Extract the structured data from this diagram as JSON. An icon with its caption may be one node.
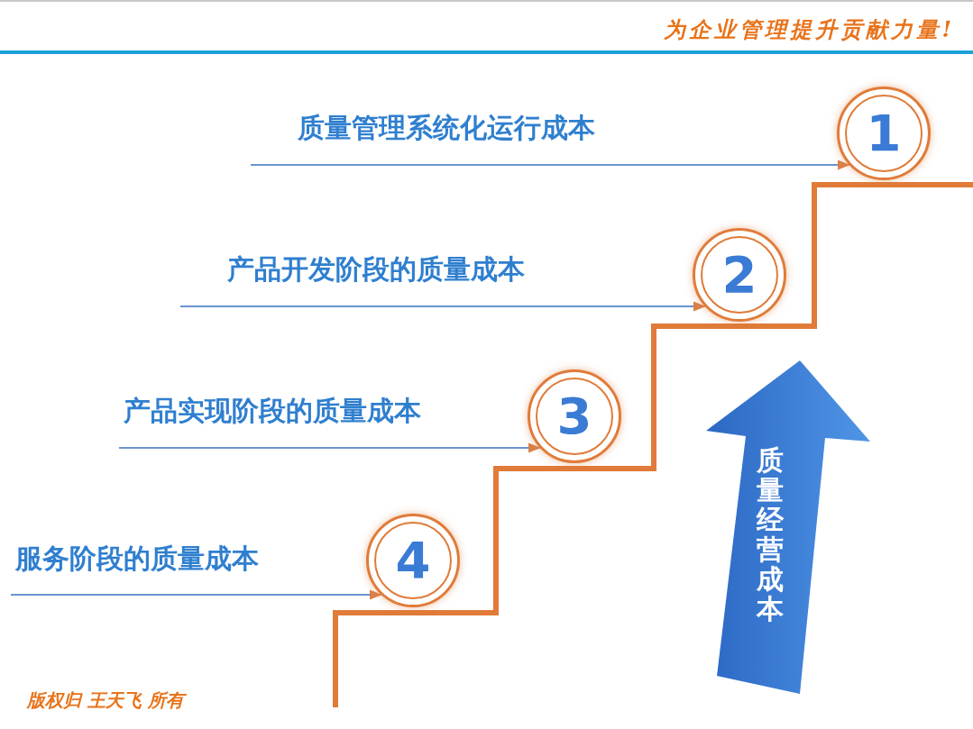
{
  "diagram": {
    "nodes": [
      {
        "text": [
          "质量管理系统化运行成本"
        ]
      },
      {
        "text": [
          "1"
        ]
      },
      {
        "text": [
          "产品开发阶段的质量成本"
        ]
      },
      {
        "text": [
          "2"
        ]
      },
      {
        "text": [
          "产品实现阶段的质量成本"
        ]
      },
      {
        "text": [
          "3"
        ]
      },
      {
        "text": [
          "服务阶段的质量成本"
        ]
      },
      {
        "text": [
          "4"
        ]
      },
      {
        "text": [
          "质量经营成本"
        ]
      }
    ],
    "edges": [
      {
        "from": 0,
        "to": 1,
        "arrow": "to"
      },
      {
        "from": 2,
        "to": 3,
        "arrow": "to"
      },
      {
        "from": 4,
        "to": 5,
        "arrow": "to"
      },
      {
        "from": 6,
        "to": 7,
        "arrow": "to"
      }
    ],
    "labels": [
      "为企业管理提升贡献力量!",
      "版权归 王天飞 所有"
    ]
  }
}
